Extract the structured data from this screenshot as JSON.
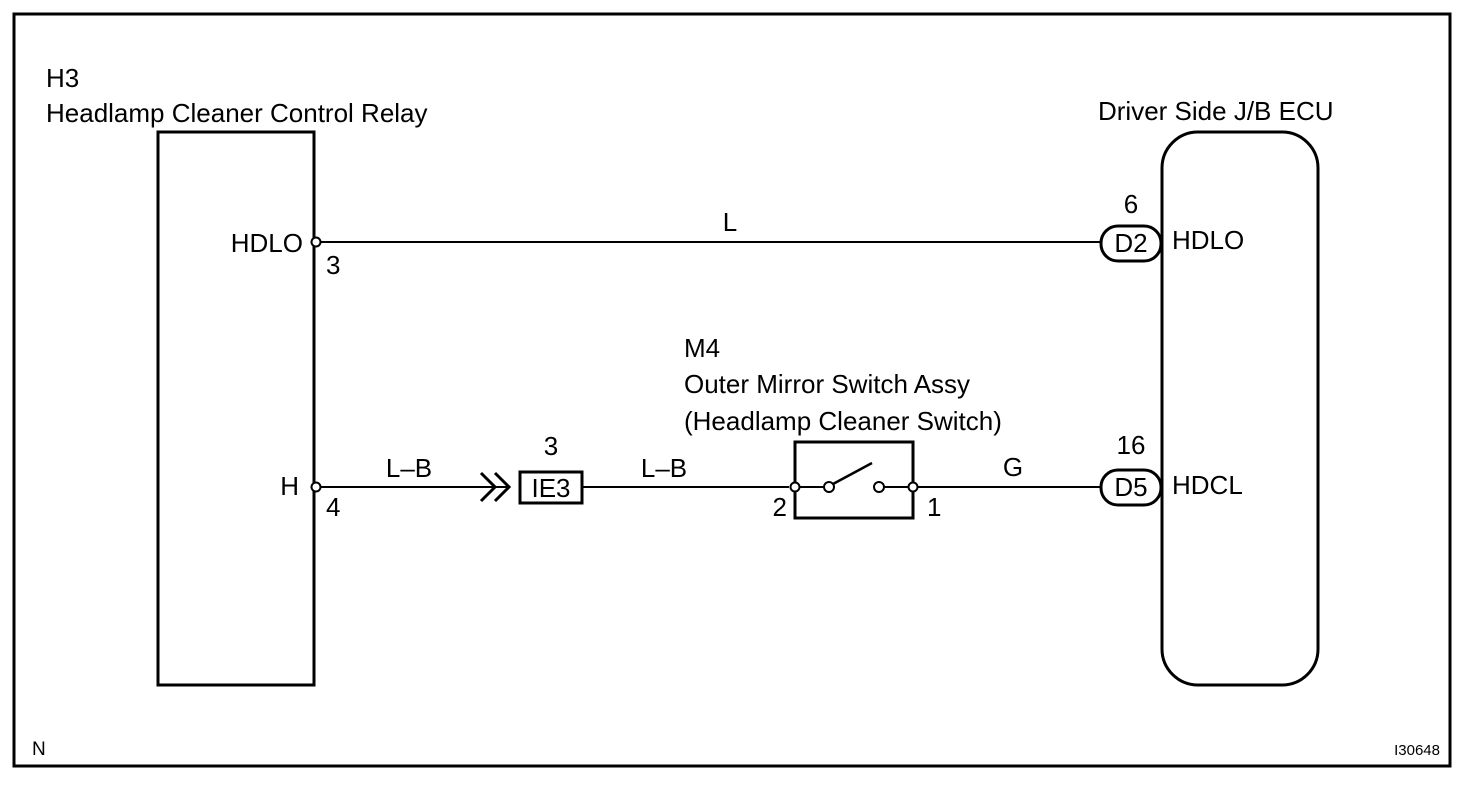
{
  "relay": {
    "connector_code": "H3",
    "name": "Headlamp Cleaner Control Relay",
    "pins": [
      {
        "name": "HDLO",
        "number": "3"
      },
      {
        "name": "H",
        "number": "4"
      }
    ]
  },
  "ecu": {
    "name": "Driver Side J/B ECU",
    "pins": [
      {
        "name": "HDLO",
        "connector": "D2",
        "number": "6"
      },
      {
        "name": "HDCL",
        "connector": "D5",
        "number": "16"
      }
    ]
  },
  "switch": {
    "connector_code": "M4",
    "name": "Outer Mirror Switch Assy",
    "subname": "(Headlamp Cleaner Switch)",
    "pins": [
      "2",
      "1"
    ]
  },
  "junction": {
    "code": "IE3",
    "number": "3"
  },
  "wires": {
    "hdlo": "L",
    "relay_to_junction": "L–B",
    "junction_to_switch": "L–B",
    "switch_to_ecu": "G"
  },
  "footer": {
    "left": "N",
    "right": "I30648"
  },
  "colors": {
    "line": "#000000",
    "background": "#ffffff"
  }
}
